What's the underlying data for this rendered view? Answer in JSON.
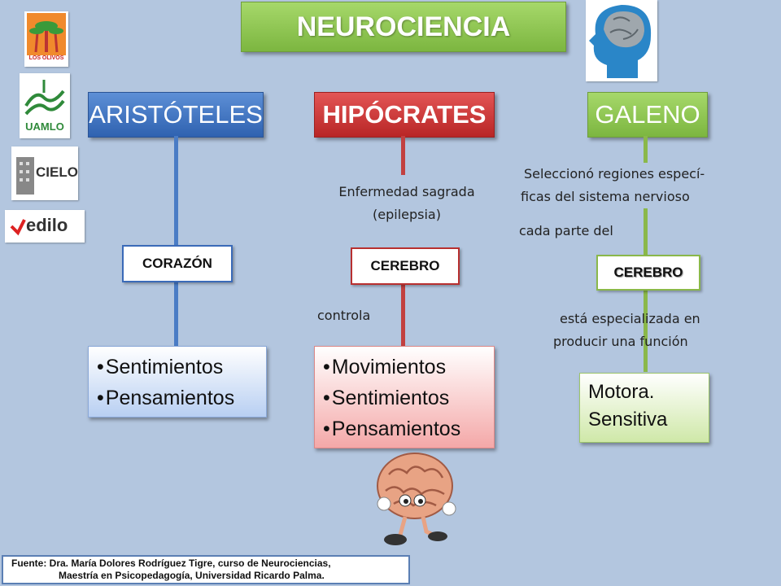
{
  "title": "NEUROCIENCIA",
  "columns": {
    "aristoteles": {
      "header": "ARISTÓTELES",
      "organ": "CORAZÓN",
      "items": [
        "Sentimientos",
        "Pensamientos"
      ]
    },
    "hipocrates": {
      "header": "HIPÓCRATES",
      "note_top_1": "Enfermedad sagrada",
      "note_top_2": "(epilepsia)",
      "organ": "CEREBRO",
      "note_mid": "controla",
      "items": [
        "Movimientos",
        "Sentimientos",
        "Pensamientos"
      ]
    },
    "galeno": {
      "header": "GALENO",
      "note_top_1": "Seleccionó regiones especí-",
      "note_top_2": "ficas del sistema nervioso",
      "note_top_3": "cada parte del",
      "organ": "CEREBRO",
      "note_mid_1": "está especializada en",
      "note_mid_2": "producir una función",
      "result_1": "Motora.",
      "result_2": "Sensitiva"
    }
  },
  "logos": {
    "olivos": "LOS OLIVOS",
    "uamlo": "UAMLO",
    "cielo": "CIELO",
    "edilo": "edilo"
  },
  "footer": {
    "line1": "Fuente: Dra. María Dolores Rodríguez Tigre, curso de Neurociencias,",
    "line2": "Maestría en Psicopedagogía, Universidad Ricardo Palma."
  },
  "colors": {
    "background": "#b3c6df",
    "blue": "#2f62b0",
    "red": "#b82626",
    "green": "#7cb640"
  }
}
